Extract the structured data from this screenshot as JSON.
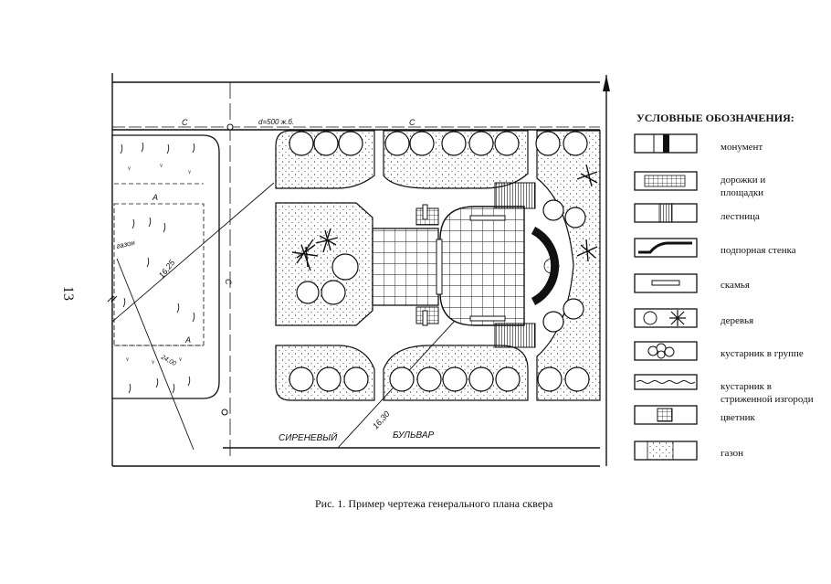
{
  "page": {
    "page_number": "13",
    "caption": "Рис. 1. Пример чертежа генерального плана сквера"
  },
  "plan": {
    "street_label_1": "СИРЕНЕВЫЙ",
    "street_label_2": "БУЛЬВАР",
    "pipe_label": "d=500 ж.б.",
    "grass_label": "газон",
    "marker_a": "А",
    "marker_c": "С",
    "dim_1": "16,25",
    "dim_2": "16,30",
    "dim_3": "24,00"
  },
  "legend": {
    "title": "УСЛОВНЫЕ ОБОЗНАЧЕНИЯ:",
    "items": [
      {
        "label": "монумент",
        "icon": "monument-icon"
      },
      {
        "label": "дорожки и площадки",
        "icon": "paths-icon"
      },
      {
        "label": "лестница",
        "icon": "stairs-icon"
      },
      {
        "label": "подпорная стенка",
        "icon": "retaining-wall-icon"
      },
      {
        "label": "скамья",
        "icon": "bench-icon"
      },
      {
        "label": "деревья",
        "icon": "trees-icon"
      },
      {
        "label": "кустарник в группе",
        "icon": "shrub-group-icon"
      },
      {
        "label": "кустарник в стриженной изгороди",
        "icon": "hedge-icon"
      },
      {
        "label": "цветник",
        "icon": "flowerbed-icon"
      },
      {
        "label": "газон",
        "icon": "lawn-icon"
      }
    ]
  }
}
